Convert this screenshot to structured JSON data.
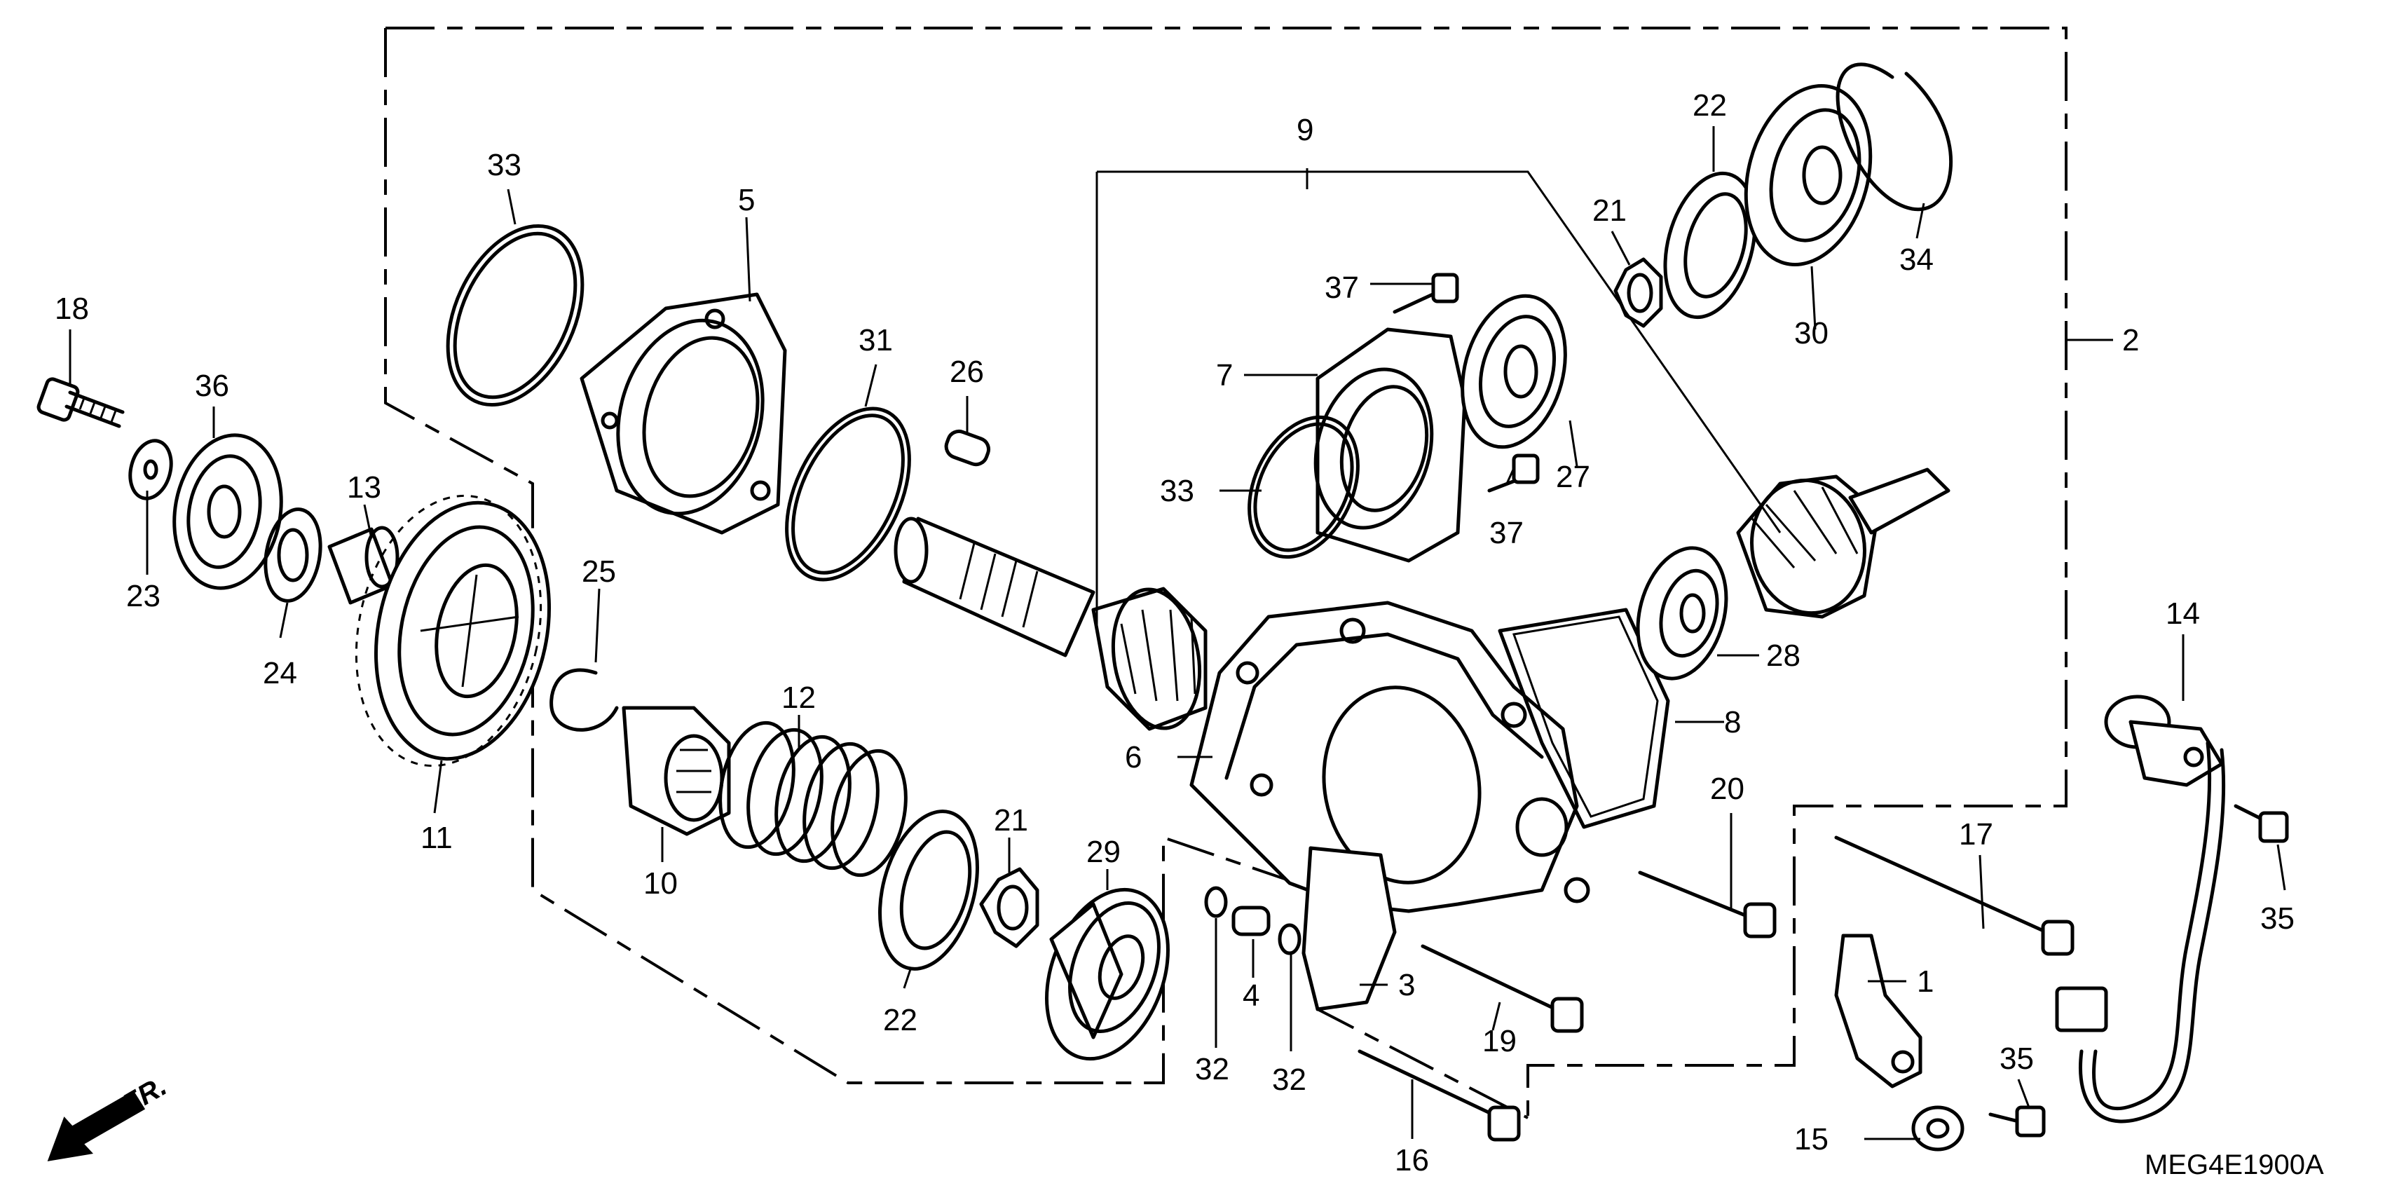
{
  "diagram": {
    "code": "MEG4E1900A",
    "direction_label": "FR.",
    "callouts": [
      "1",
      "2",
      "3",
      "4",
      "5",
      "6",
      "7",
      "8",
      "9",
      "10",
      "11",
      "12",
      "13",
      "14",
      "15",
      "16",
      "17",
      "18",
      "19",
      "20",
      "21",
      "21",
      "22",
      "22",
      "23",
      "24",
      "25",
      "26",
      "27",
      "28",
      "29",
      "30",
      "31",
      "32",
      "32",
      "33",
      "33",
      "34",
      "35",
      "35",
      "36",
      "37",
      "37"
    ]
  }
}
